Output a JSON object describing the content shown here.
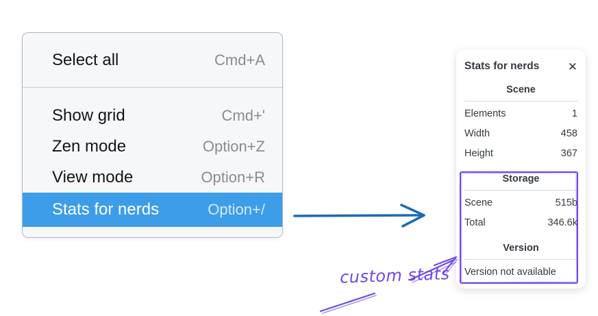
{
  "menu": {
    "items": [
      {
        "label": "Select all",
        "shortcut": "Cmd+A"
      },
      {
        "label": "Show grid",
        "shortcut": "Cmd+'"
      },
      {
        "label": "Zen mode",
        "shortcut": "Option+Z"
      },
      {
        "label": "View mode",
        "shortcut": "Option+R"
      },
      {
        "label": "Stats for nerds",
        "shortcut": "Option+/",
        "highlighted": true
      }
    ]
  },
  "stats_panel": {
    "title": "Stats for nerds",
    "close_icon": "✕",
    "sections": [
      {
        "heading": "Scene",
        "rows": [
          {
            "label": "Elements",
            "value": "1"
          },
          {
            "label": "Width",
            "value": "458"
          },
          {
            "label": "Height",
            "value": "367"
          }
        ]
      },
      {
        "heading": "Storage",
        "rows": [
          {
            "label": "Scene",
            "value": "515b"
          },
          {
            "label": "Total",
            "value": "346.6k"
          }
        ]
      },
      {
        "heading": "Version",
        "rows": [
          {
            "label": "Version not available",
            "value": ""
          }
        ]
      }
    ]
  },
  "annotation": {
    "label": "custom stats"
  },
  "colors": {
    "menu_highlight_blue": "#3d9de9",
    "arrow_blue": "#1d6bb0",
    "annotation_violet": "#7048e8",
    "panel_text": "#343a40",
    "menu_background": "#f6f7f8"
  }
}
